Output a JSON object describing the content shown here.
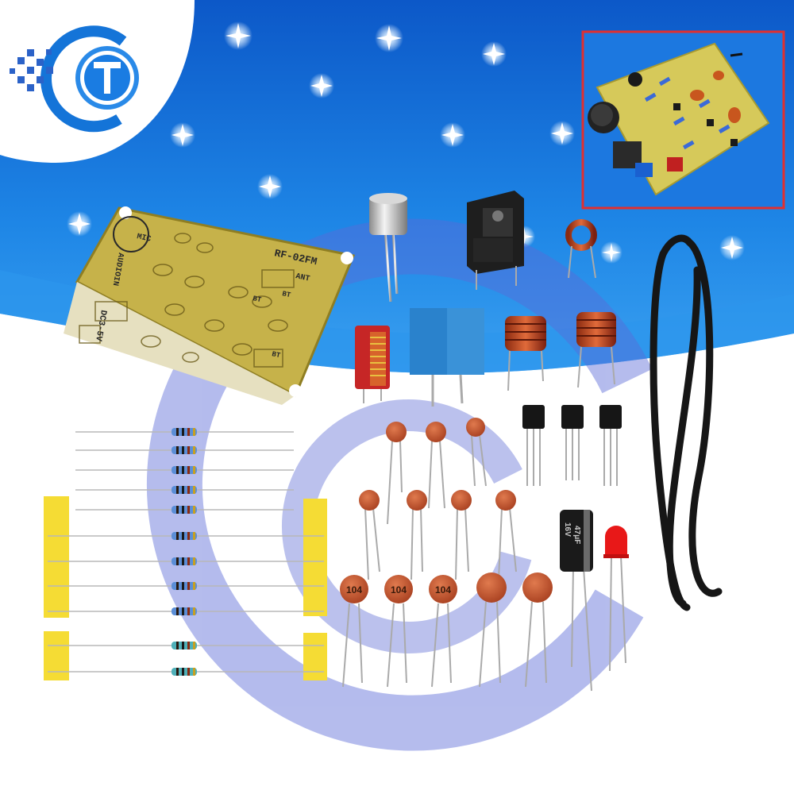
{
  "pcb": {
    "model": "RF-02FM",
    "silk_mic": "MIC",
    "silk_ant": "ANT",
    "silk_audio": "AUDIOIN",
    "silk_power": "DC3-5V",
    "silk_bt1": "BT",
    "silk_bt2": "BT",
    "silk_bt3": "BT"
  },
  "ceramic_capacitor_code": "104",
  "electrolytic_capacitor": {
    "voltage": "16V",
    "capacitance": "47μF"
  },
  "colors": {
    "banner_blue": "#1a78dc",
    "banner_dark": "#0b4fb8",
    "pcb_board": "#c6b24a",
    "ceramic_cap": "#c0522e",
    "tape_yellow": "#f5dc34",
    "led_red": "#e81818",
    "inset_border": "#e03030"
  }
}
